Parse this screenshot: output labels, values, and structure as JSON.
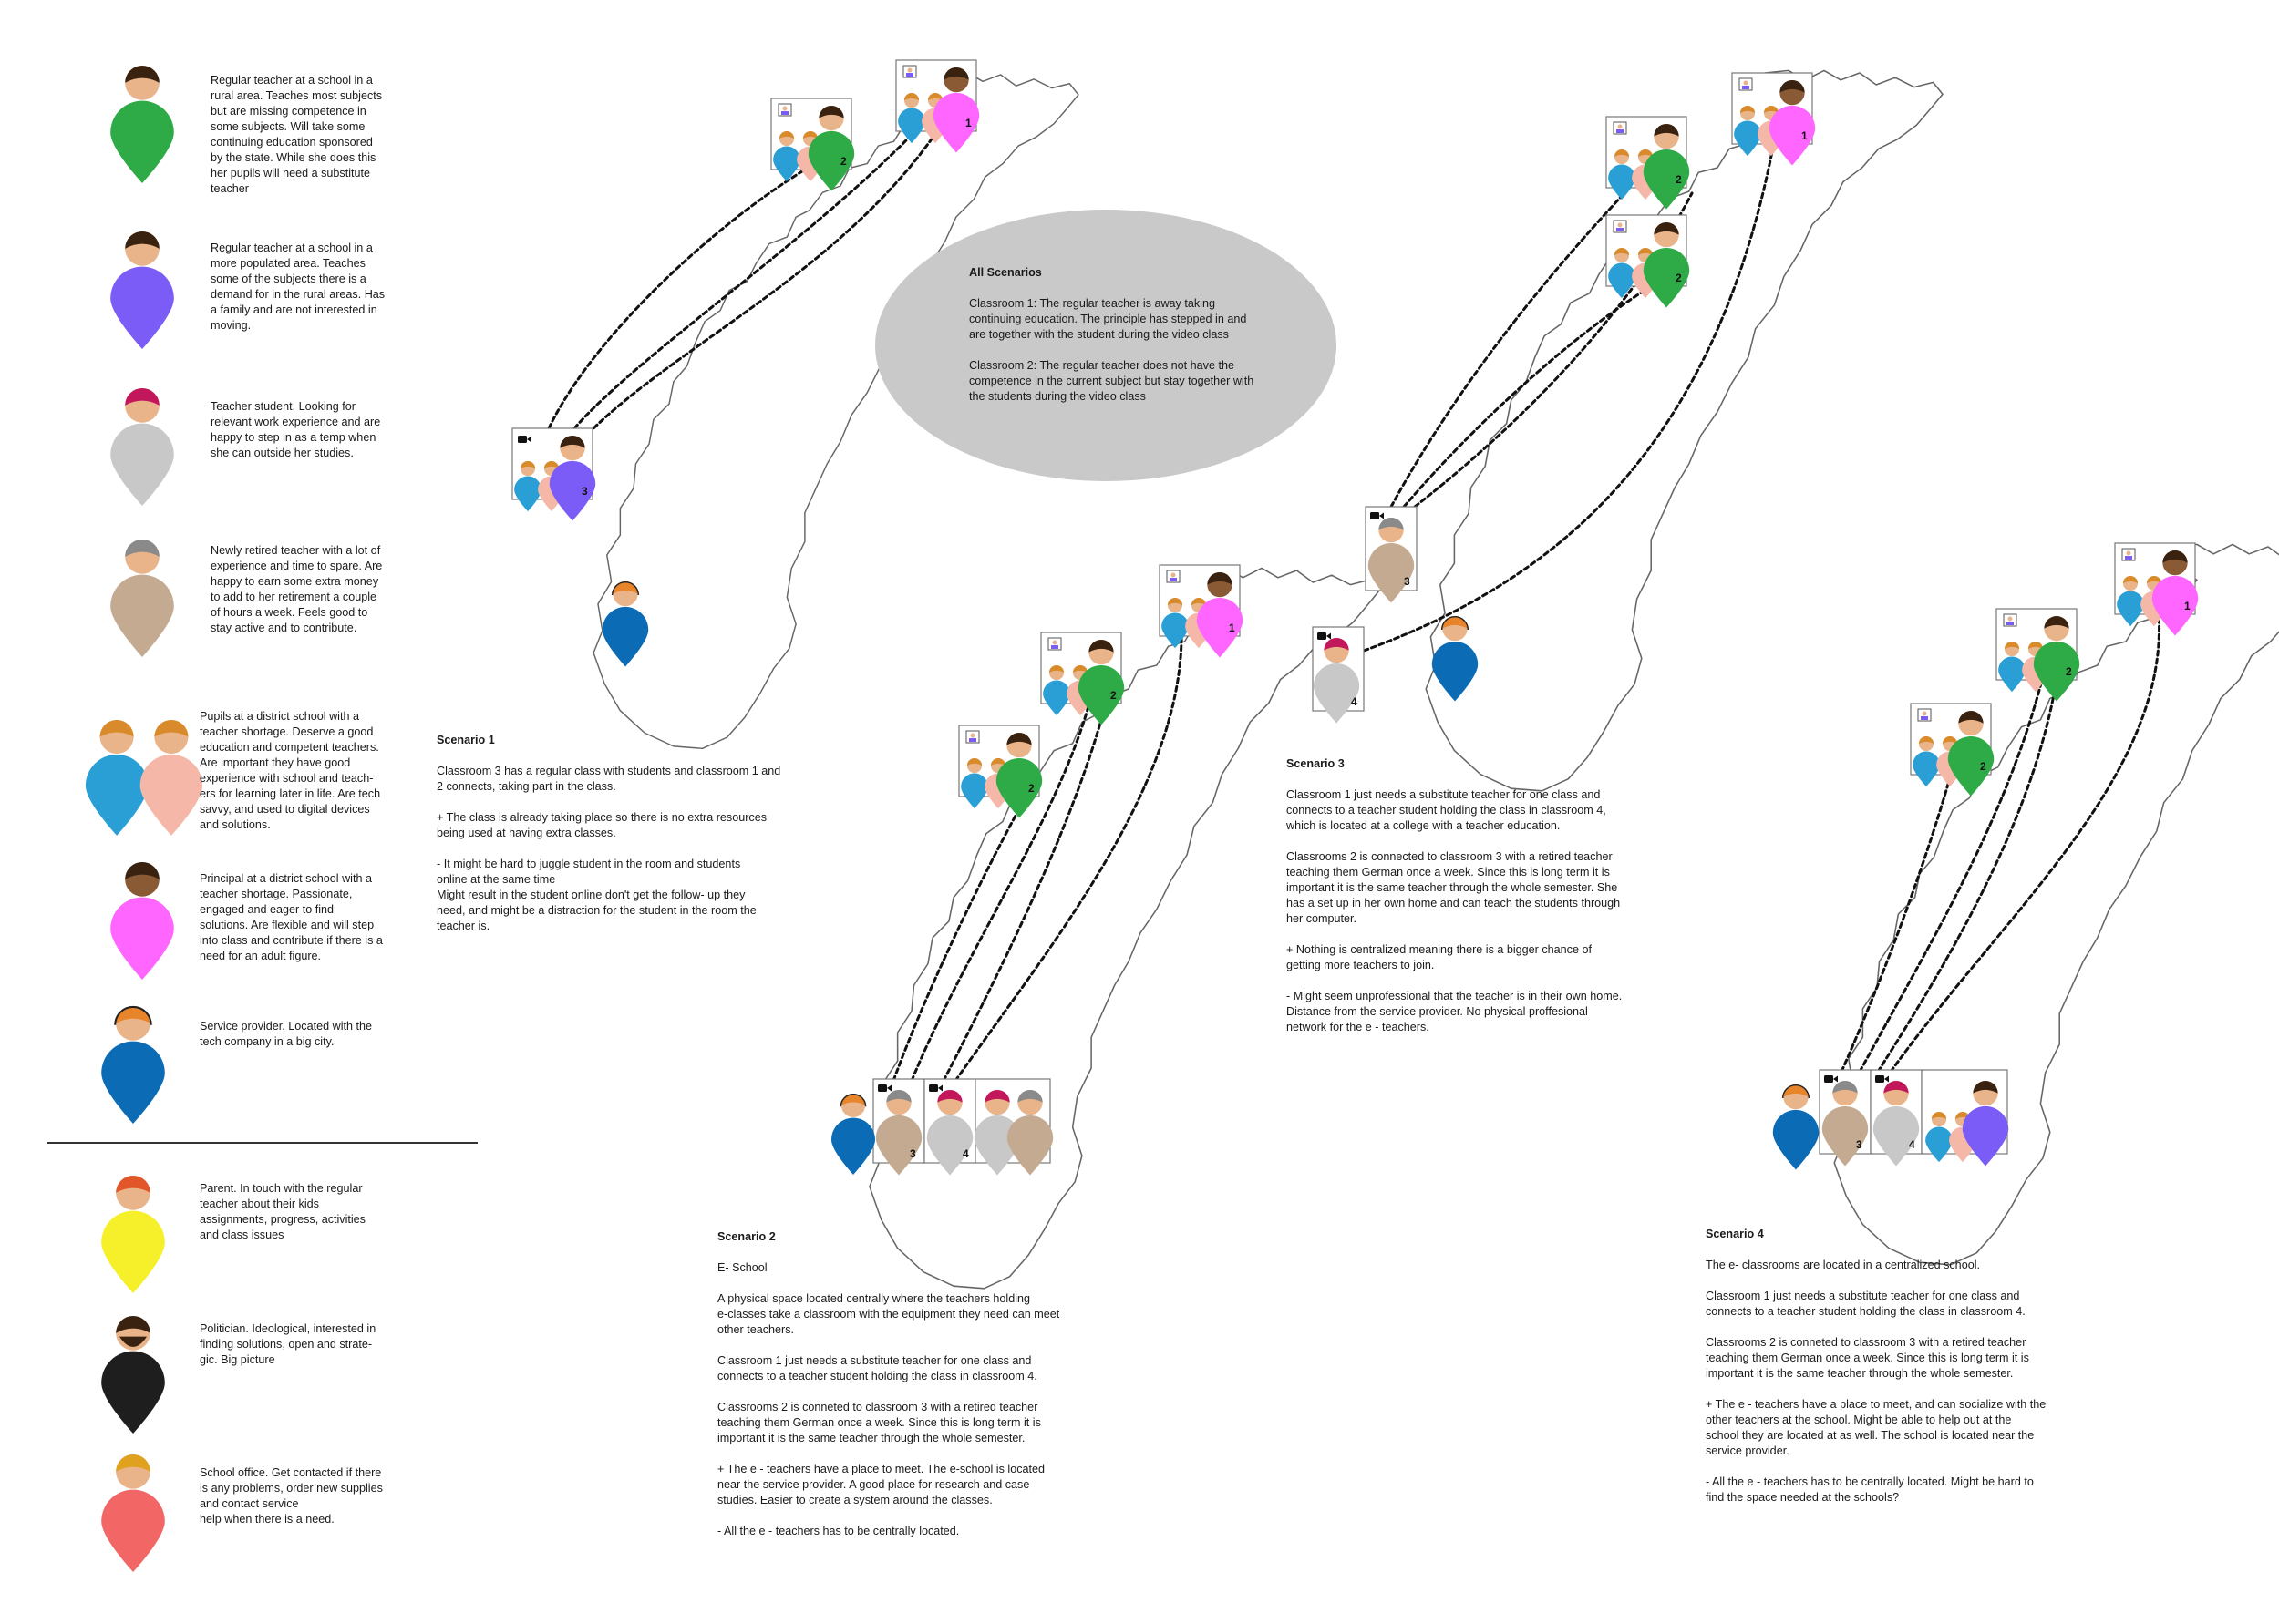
{
  "personas": [
    {
      "id": "regular-rural",
      "color": "#2eab47",
      "hair": "#3a2210",
      "skin": "#e9b48a",
      "text": "Regular teacher at a school in a\nrural area. Teaches most subjects\nbut are missing competence in\nsome subjects. Will take some\ncontinuing education sponsored\nby the state. While she does this\nher pupils will need a substitute\nteacher"
    },
    {
      "id": "regular-populated",
      "color": "#7b5cf6",
      "hair": "#3a2210",
      "skin": "#e9b48a",
      "text": "Regular teacher at a school in a\nmore populated area. Teaches\nsome of the subjects there is a\ndemand for in the rural areas. Has\na family and are not interested in\nmoving."
    },
    {
      "id": "teacher-student",
      "color": "#c8c8c8",
      "hair": "#c2185b",
      "skin": "#e9b48a",
      "text": "Teacher student. Looking for\nrelevant work experience and are\nhappy to step in as a temp when\nshe can outside her studies."
    },
    {
      "id": "retired-teacher",
      "color": "#c3aa91",
      "hair": "#8a8a8a",
      "skin": "#e9b48a",
      "text": "Newly retired teacher with a lot of\nexperience and time to spare. Are\nhappy to earn some extra money\nto add to her retirement a couple\nof hours a week. Feels good to\nstay active and to contribute."
    },
    {
      "id": "pupils",
      "color": "#2a9fd6",
      "color2": "#f5b7a8",
      "hair": "#d98a2b",
      "skin": "#e9b48a",
      "text": "Pupils at a district school with a\nteacher shortage.  Deserve a good\neducation and competent teachers.\nAre important they have good\nexperience with school and teach-\ners for learning later in life. Are tech\nsavvy, and used to digital devices\nand solutions."
    },
    {
      "id": "principal",
      "color": "#ff66ff",
      "hair": "#3a2210",
      "skin": "#8a5a35",
      "text": "Principal at a district school with a\nteacher shortage. Passionate,\nengaged and eager to find\nsolutions. Are flexible and will step\ninto class and contribute if there is a\nneed for an adult figure."
    },
    {
      "id": "service-provider",
      "color": "#0b6bb5",
      "hair": "#e8842a",
      "skin": "#e9b48a",
      "text": "Service provider. Located with the\ntech company in a big city."
    },
    {
      "id": "parent",
      "color": "#f5f02a",
      "hair": "#e2572a",
      "skin": "#e9b48a",
      "text": "Parent. In touch with the regular\nteacher about their kids\nassignments, progress, activities\nand class issues"
    },
    {
      "id": "politician",
      "color": "#1e1e1e",
      "hair": "#3a2210",
      "skin": "#e9b48a",
      "text": "Politician. Ideological, interested in\nfinding solutions, open and strate-\ngic. Big picture"
    },
    {
      "id": "school-office",
      "color": "#f26666",
      "hair": "#e0a21e",
      "skin": "#e9b48a",
      "text": "School office. Get contacted if there\nis any problems, order new supplies\nand contact service\nhelp when there is a need."
    }
  ],
  "all_scenarios": {
    "title": "All Scenarios",
    "p1": "Classroom 1: The regular teacher is away taking continuing education. The principle has stepped in and are together with the student during the video class",
    "p2": "Classroom 2: The regular teacher does not have the competence in the current subject but stay together with the students during the video class"
  },
  "scenario1": {
    "title": "Scenario 1",
    "p1": "Classroom 3 has a regular class with students and classroom 1 and\n2 connects, taking part in the class.",
    "p2": "+ The class is already taking place so there is no extra resources\nbeing used at having extra classes.",
    "p3": "- It might be hard to juggle student in the room and students\nonline at the same time\nMight result in the student online don't get the follow- up they\nneed, and might be a distraction for the student in the room the\nteacher is."
  },
  "scenario2": {
    "title": "Scenario 2",
    "p1": "E- School",
    "p2": "A physical space located centrally where the teachers holding\ne-classes take a classroom with the equipment they need can meet\nother teachers.",
    "p3": "Classroom 1 just needs a substitute teacher for one class and\nconnects to a teacher student holding the class in classroom 4.",
    "p4": "Classrooms 2 is conneted to classroom 3 with a retired teacher\nteaching them German once a week. Since this is long term it is\nimportant it is the same teacher through the whole semester.",
    "p5": "+ The e - teachers have a place to meet. The e-school is located\nnear the service provider. A good place for research and case\nstudies. Easier to create a system around the classes.",
    "p6": "- All the e - teachers has to be centrally located."
  },
  "scenario3": {
    "title": "Scenario 3",
    "p1": "Classroom 1 just needs a substitute teacher for one class and\nconnects to a teacher student holding the class in classroom 4,\nwhich is located at a college with a teacher education.",
    "p2": "Classrooms 2 is connected to classroom 3 with a retired teacher\nteaching them German once a week. Since this is long term it is\nimportant it is the same teacher through the whole semester. She\nhas a set up in her own home and can teach the students through\nher computer.",
    "p3": "+ Nothing is centralized meaning there is a bigger chance of\ngetting more teachers to join.",
    "p4": "- Might seem unprofessional that the teacher is in their own home.\nDistance from the service provider. No physical proffesional\nnetwork for the e - teachers."
  },
  "scenario4": {
    "title": "Scenario 4",
    "p1": "The e- classrooms are located in a centralized school.",
    "p2": "Classroom 1 just needs a substitute teacher for one class and\nconnects to a teacher student holding the class in classroom 4.",
    "p3": "Classrooms 2 is conneted to classroom 3 with a retired teacher\nteaching them German once a week. Since this is long term it is\nimportant it is the same teacher through the whole semester.",
    "p4": "+ The e - teachers have a place to meet, and can socialize with the\nother teachers at the school. Might be able to help out at the\nschool they are located at as well. The school is located near the\nservice provider.",
    "p5": "- All the e - teachers has to be centrally located. Might be hard to\nfind the space needed at the schools?"
  },
  "box_numbers": [
    "1",
    "2",
    "3",
    "4"
  ]
}
